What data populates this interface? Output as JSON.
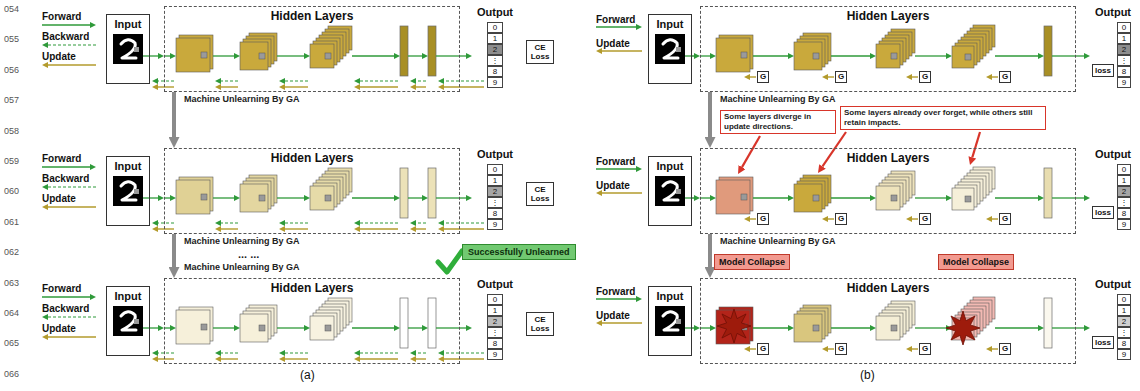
{
  "diagram": {
    "nodes": [
      {
        "text": [
          "Input"
        ]
      },
      {
        "text": [
          "Hidden Layers"
        ]
      },
      {
        "text": [
          "Output"
        ]
      },
      {
        "text": [
          "0"
        ],
        "in": 2
      },
      {
        "text": [
          "1"
        ],
        "in": 2
      },
      {
        "text": [
          "2"
        ],
        "in": 2
      },
      {
        "text": [
          "⋮"
        ],
        "in": 2
      },
      {
        "text": [
          "8"
        ],
        "in": 2
      },
      {
        "text": [
          "9"
        ],
        "in": 2
      },
      {
        "text": [
          "CE Loss"
        ]
      },
      {
        "text": [
          "Input"
        ]
      },
      {
        "text": [
          "Hidden Layers"
        ]
      },
      {
        "text": [
          "Output"
        ]
      },
      {
        "text": [
          "0"
        ],
        "in": 12
      },
      {
        "text": [
          "1"
        ],
        "in": 12
      },
      {
        "text": [
          "2"
        ],
        "in": 12
      },
      {
        "text": [
          "⋮"
        ],
        "in": 12
      },
      {
        "text": [
          "8"
        ],
        "in": 12
      },
      {
        "text": [
          "9"
        ],
        "in": 12
      },
      {
        "text": [
          "CE Loss"
        ]
      },
      {
        "text": [
          "Successfully Unlearned"
        ]
      },
      {
        "text": [
          "Input"
        ]
      },
      {
        "text": [
          "Hidden Layers"
        ]
      },
      {
        "text": [
          "Output"
        ]
      },
      {
        "text": [
          "0"
        ],
        "in": 23
      },
      {
        "text": [
          "1"
        ],
        "in": 23
      },
      {
        "text": [
          "2"
        ],
        "in": 23
      },
      {
        "text": [
          "⋮"
        ],
        "in": 23
      },
      {
        "text": [
          "8"
        ],
        "in": 23
      },
      {
        "text": [
          "9"
        ],
        "in": 23
      },
      {
        "text": [
          "CE Loss"
        ]
      },
      {
        "text": [
          "Input"
        ]
      },
      {
        "text": [
          "Hidden Layers"
        ]
      },
      {
        "text": [
          "G"
        ],
        "in": 32
      },
      {
        "text": [
          "G"
        ],
        "in": 32
      },
      {
        "text": [
          "G"
        ],
        "in": 32
      },
      {
        "text": [
          "G"
        ],
        "in": 32
      },
      {
        "text": [
          "Output"
        ]
      },
      {
        "text": [
          "0"
        ],
        "in": 37
      },
      {
        "text": [
          "1"
        ],
        "in": 37
      },
      {
        "text": [
          "2"
        ],
        "in": 37
      },
      {
        "text": [
          "⋮"
        ],
        "in": 37
      },
      {
        "text": [
          "8"
        ],
        "in": 37
      },
      {
        "text": [
          "9"
        ],
        "in": 37
      },
      {
        "text": [
          "loss"
        ]
      },
      {
        "text": [
          "Some layers diverge in update directions."
        ]
      },
      {
        "text": [
          "Some layers already over forget, while others still retain impacts."
        ]
      },
      {
        "text": [
          "Input"
        ]
      },
      {
        "text": [
          "Hidden Layers"
        ]
      },
      {
        "text": [
          "G"
        ],
        "in": 48
      },
      {
        "text": [
          "G"
        ],
        "in": 48
      },
      {
        "text": [
          "G"
        ],
        "in": 48
      },
      {
        "text": [
          "G"
        ],
        "in": 48
      },
      {
        "text": [
          "Output"
        ]
      },
      {
        "text": [
          "0"
        ],
        "in": 53
      },
      {
        "text": [
          "1"
        ],
        "in": 53
      },
      {
        "text": [
          "2"
        ],
        "in": 53
      },
      {
        "text": [
          "⋮"
        ],
        "in": 53
      },
      {
        "text": [
          "8"
        ],
        "in": 53
      },
      {
        "text": [
          "9"
        ],
        "in": 53
      },
      {
        "text": [
          "loss"
        ]
      },
      {
        "text": [
          "Model Collapse"
        ]
      },
      {
        "text": [
          "Model Collapse"
        ]
      },
      {
        "text": [
          "Input"
        ]
      },
      {
        "text": [
          "Hidden Layers"
        ]
      },
      {
        "text": [
          "G"
        ],
        "in": 64
      },
      {
        "text": [
          "G"
        ],
        "in": 64
      },
      {
        "text": [
          "G"
        ],
        "in": 64
      },
      {
        "text": [
          "G"
        ],
        "in": 64
      },
      {
        "text": [
          "Output"
        ]
      },
      {
        "text": [
          "0"
        ],
        "in": 69
      },
      {
        "text": [
          "1"
        ],
        "in": 69
      },
      {
        "text": [
          "2"
        ],
        "in": 69
      },
      {
        "text": [
          "⋮"
        ],
        "in": 69
      },
      {
        "text": [
          "8"
        ],
        "in": 69
      },
      {
        "text": [
          "9"
        ],
        "in": 69
      },
      {
        "text": [
          "loss"
        ]
      }
    ],
    "edges": [
      {
        "from": 0,
        "to": 1,
        "arrow": "to"
      },
      {
        "from": 1,
        "to": 2,
        "arrow": "to"
      },
      {
        "from": 1,
        "to": 11,
        "arrow": "to",
        "label": "Machine Unlearning By GA"
      },
      {
        "from": 10,
        "to": 11,
        "arrow": "to"
      },
      {
        "from": 11,
        "to": 12,
        "arrow": "to"
      },
      {
        "from": 11,
        "to": 22,
        "arrow": "to",
        "label": "Machine Unlearning By GA"
      },
      {
        "from": 21,
        "to": 22,
        "arrow": "to"
      },
      {
        "from": 22,
        "to": 23,
        "arrow": "to"
      },
      {
        "from": 31,
        "to": 32,
        "arrow": "to"
      },
      {
        "from": 32,
        "to": 37,
        "arrow": "to"
      },
      {
        "from": 32,
        "to": 48,
        "arrow": "to",
        "label": "Machine Unlearning By GA"
      },
      {
        "from": 47,
        "to": 48,
        "arrow": "to"
      },
      {
        "from": 48,
        "to": 53,
        "arrow": "to"
      },
      {
        "from": 48,
        "to": 64,
        "arrow": "to",
        "label": "Machine Unlearning By GA"
      },
      {
        "from": 63,
        "to": 64,
        "arrow": "to"
      },
      {
        "from": 64,
        "to": 69,
        "arrow": "to"
      }
    ],
    "labels": [
      "054",
      "055",
      "056",
      "057",
      "058",
      "059",
      "060",
      "061",
      "062",
      "063",
      "064",
      "065",
      "066",
      "... ...",
      "Machine Unlearning By GA",
      "(a)",
      "(b)"
    ],
    "legend": [
      {
        "text": "Forward"
      },
      {
        "text": "Backward"
      },
      {
        "text": "Update"
      },
      {
        "text": "Forward"
      },
      {
        "text": "Backward"
      },
      {
        "text": "Update"
      },
      {
        "text": "Forward"
      },
      {
        "text": "Backward"
      },
      {
        "text": "Update"
      },
      {
        "text": "Forward"
      },
      {
        "text": "Update"
      },
      {
        "text": "Forward"
      },
      {
        "text": "Update"
      },
      {
        "text": "Forward"
      },
      {
        "text": "Update"
      }
    ]
  }
}
